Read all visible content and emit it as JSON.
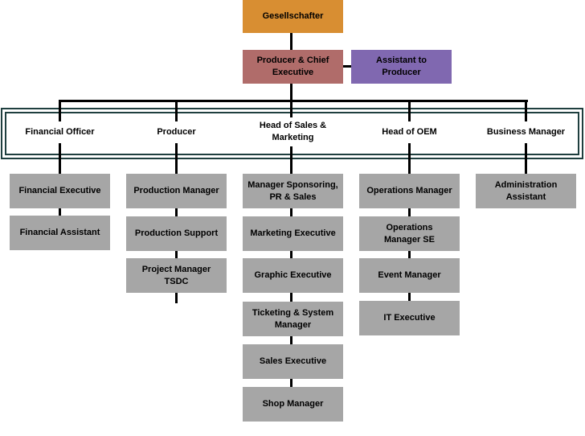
{
  "org_chart": {
    "top": "Gesellschafter",
    "ceo": "Producer & Chief Executive",
    "assistant": "Assistant to Producer",
    "departments": [
      "Financial Officer",
      "Producer",
      "Head of Sales & Marketing",
      "Head of OEM",
      "Business Manager"
    ],
    "financial": [
      "Financial Executive",
      "Financial Assistant"
    ],
    "producer": [
      "Production Manager",
      "Production Support",
      "Project Manager TSDC"
    ],
    "sales": [
      "Manager Sponsoring, PR & Sales",
      "Marketing Executive",
      "Graphic Executive",
      "Ticketing & System Manager",
      "Sales Executive",
      "Shop Manager"
    ],
    "oem": [
      "Operations Manager",
      "Operations Manager SE",
      "Event Manager",
      "IT Executive"
    ],
    "business": [
      "Administration Assistant"
    ]
  },
  "colors": {
    "top": "#d88e32",
    "ceo": "#b06c6a",
    "assistant": "#8068b0",
    "staff": "#a6a6a6",
    "band_border": "#1f3f3f"
  }
}
